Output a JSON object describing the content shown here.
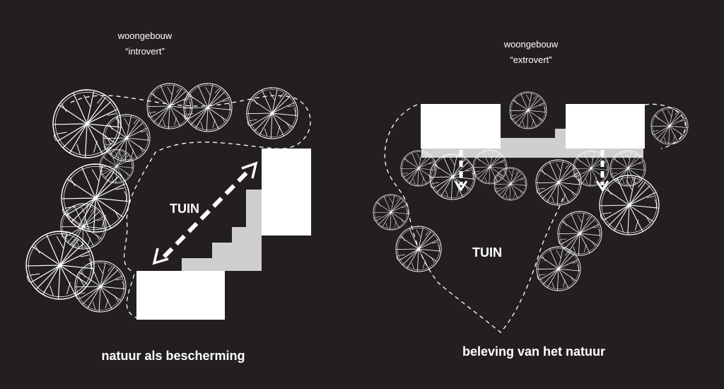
{
  "colors": {
    "background": "#231f20",
    "building": "#ffffff",
    "connector": "#cfcfcf",
    "lines": "#ffffff"
  },
  "left_panel": {
    "building_type": "woongebouw",
    "character": "“introvert”",
    "garden_label": "TUIN",
    "caption": "natuur als bescherming",
    "icons": [
      "tree-icon",
      "dashed-double-arrow-icon"
    ]
  },
  "right_panel": {
    "building_type": "woongebouw",
    "character": "“extrovert”",
    "garden_label": "TUIN",
    "caption": "beleving van het natuur",
    "icons": [
      "tree-icon",
      "down-arrow-icon"
    ]
  }
}
